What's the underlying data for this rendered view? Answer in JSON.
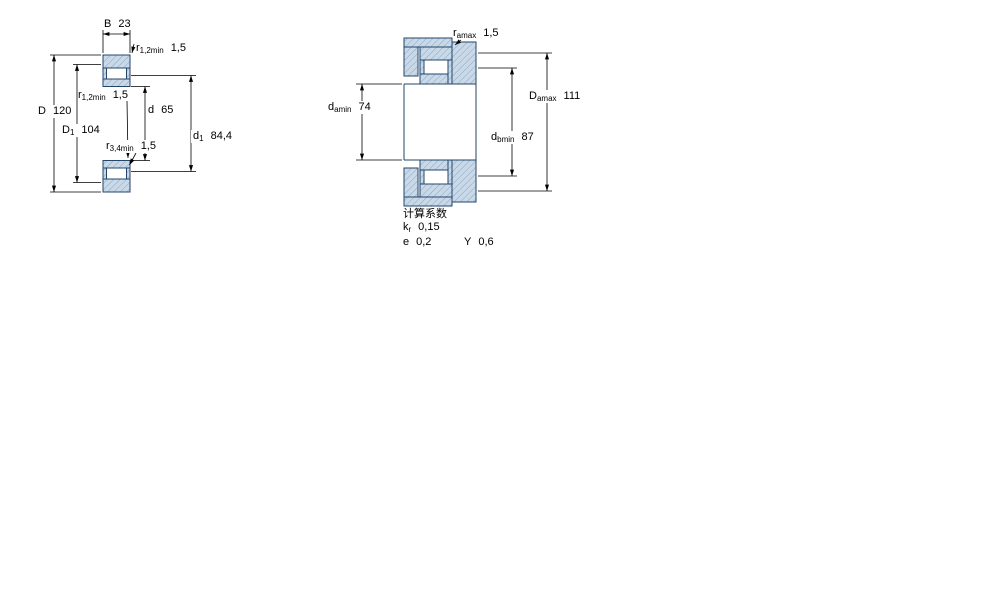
{
  "colors": {
    "section_fill": "#c9d9e8",
    "hatch_line": "#8aa7c4",
    "part_outline": "#24466b",
    "dimension_line": "#000000",
    "text": "#000000",
    "background": "#ffffff"
  },
  "figures": {
    "left": {
      "dims": {
        "B": {
          "label": "B",
          "sub": "",
          "value": "23"
        },
        "r12_top": {
          "label": "r",
          "sub": "1,2min",
          "value": "1,5"
        },
        "r12_mid": {
          "label": "r",
          "sub": "1,2min",
          "value": "1,5"
        },
        "d": {
          "label": "d",
          "sub": "",
          "value": "65"
        },
        "D": {
          "label": "D",
          "sub": "",
          "value": "120"
        },
        "D1": {
          "label": "D",
          "sub": "1",
          "value": "104"
        },
        "r34": {
          "label": "r",
          "sub": "3,4min",
          "value": "1,5"
        },
        "d1": {
          "label": "d",
          "sub": "1",
          "value": "84,4"
        }
      }
    },
    "right": {
      "dims": {
        "ra": {
          "label": "r",
          "sub": "amax",
          "value": "1,5"
        },
        "da": {
          "label": "d",
          "sub": "amin",
          "value": "74"
        },
        "Da": {
          "label": "D",
          "sub": "amax",
          "value": "111"
        },
        "db": {
          "label": "d",
          "sub": "bmin",
          "value": "87"
        }
      }
    }
  },
  "factors": {
    "title": "计算系数",
    "kr": {
      "label": "k",
      "sub": "r",
      "value": "0,15"
    },
    "e": {
      "label": "e",
      "sub": "",
      "value": "0,2"
    },
    "Y": {
      "label": "Y",
      "sub": "",
      "value": "0,6"
    }
  }
}
